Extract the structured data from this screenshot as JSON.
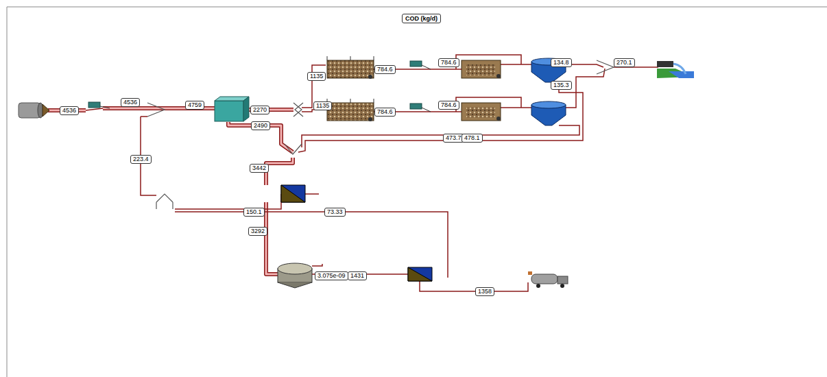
{
  "diagram": {
    "title": "COD (kg/d)",
    "labels": [
      "4536",
      "4536",
      "4759",
      "1135",
      "784.6",
      "784.6",
      "134.8",
      "270.1",
      "2270",
      "1135",
      "784.6",
      "784.6",
      "135.3",
      "2490",
      "473.7",
      "478.1",
      "223.4",
      "3442",
      "150.1",
      "73.33",
      "3292",
      "3.075e-09",
      "1431",
      "1358"
    ]
  }
}
